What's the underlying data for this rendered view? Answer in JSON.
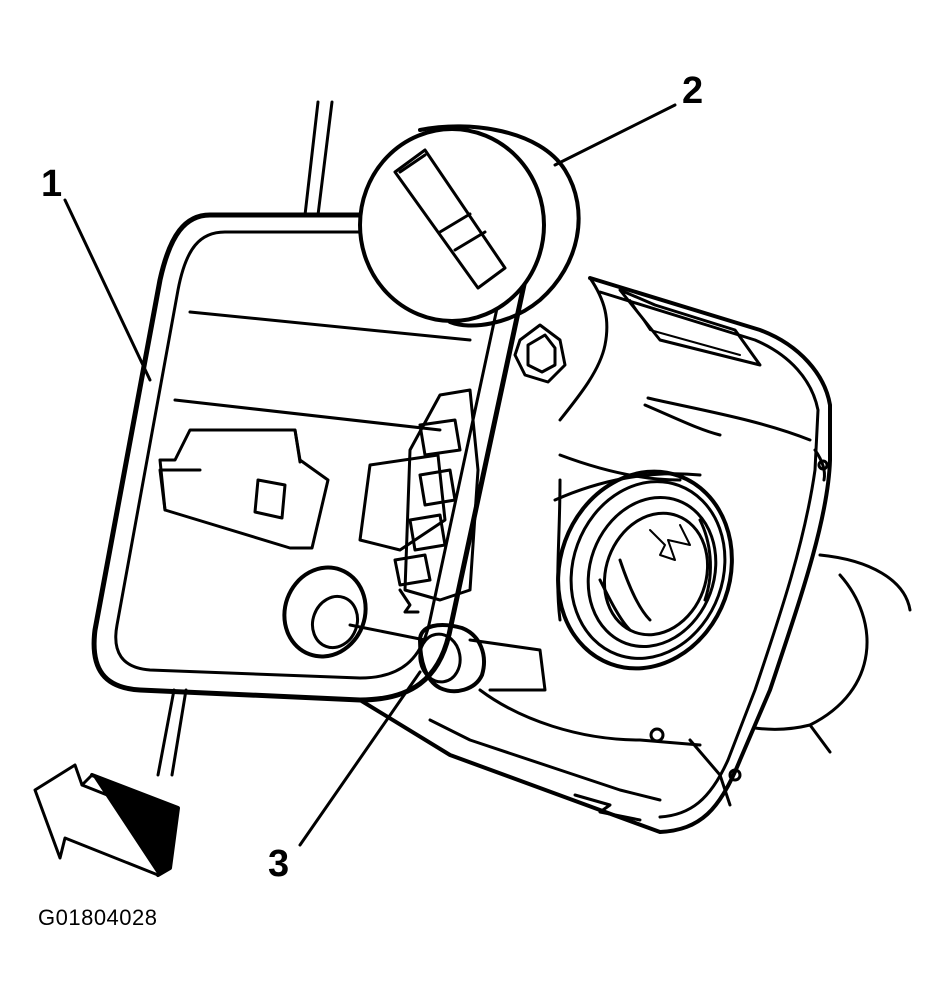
{
  "callouts": [
    {
      "id": "1",
      "label": "1"
    },
    {
      "id": "2",
      "label": "2"
    },
    {
      "id": "3",
      "label": "3"
    }
  ],
  "figure_id": "G01804028",
  "icons": {
    "direction_arrow": "arrow-upper-left-icon"
  },
  "colors": {
    "line": "#000000",
    "background": "#ffffff"
  }
}
